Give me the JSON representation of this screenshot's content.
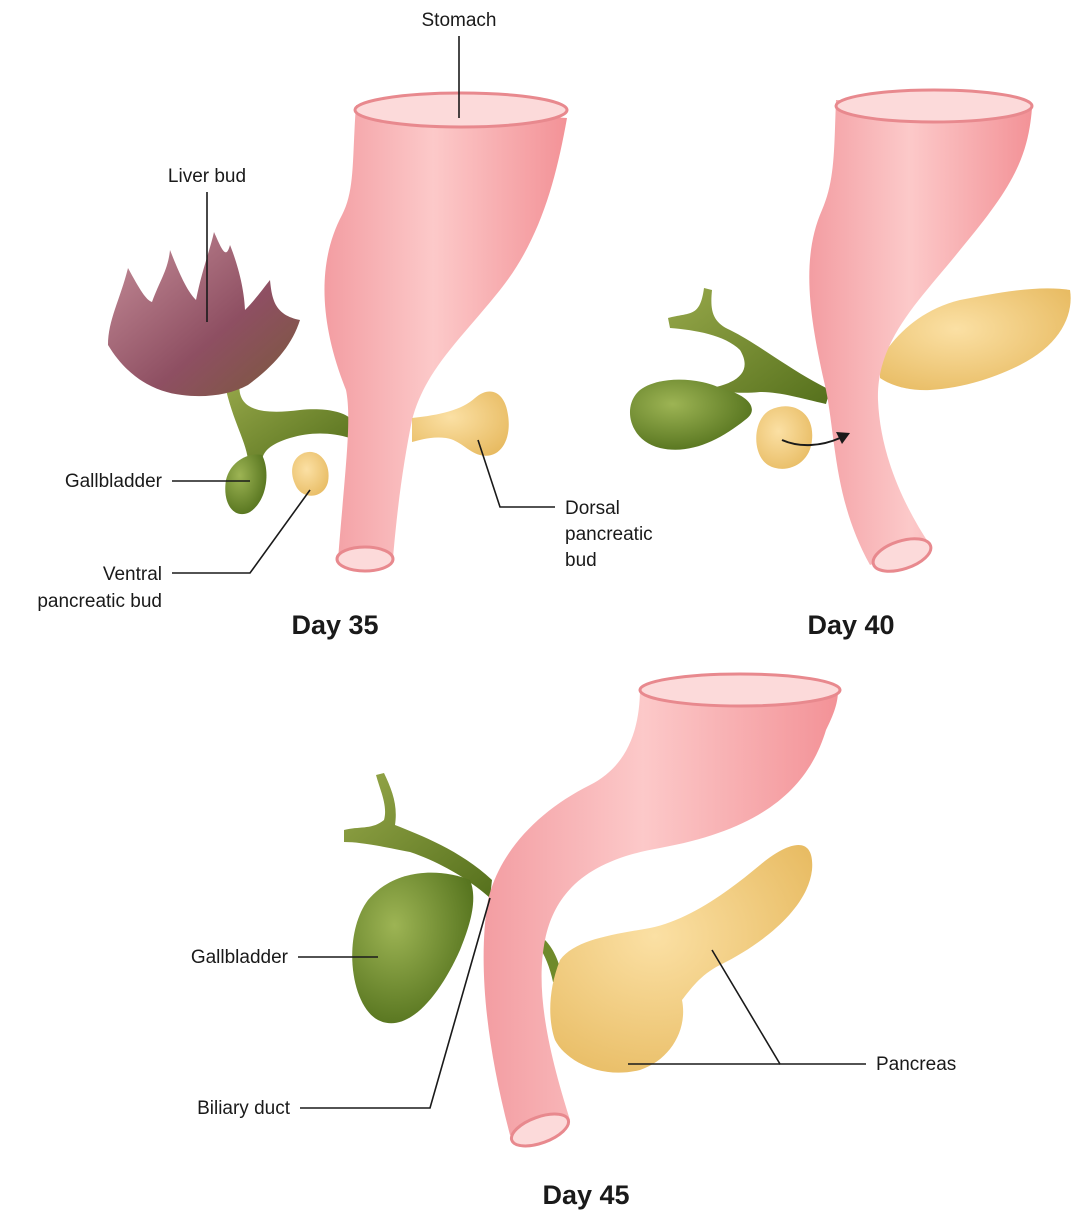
{
  "labels": {
    "stomach": "Stomach",
    "liver_bud": "Liver bud",
    "gallbladder_35": "Gallbladder",
    "ventral_line1": "Ventral",
    "ventral_line2": "pancreatic bud",
    "dorsal_line1": "Dorsal",
    "dorsal_line2": "pancreatic",
    "dorsal_line3": "bud",
    "gallbladder_45": "Gallbladder",
    "biliary_duct": "Biliary duct",
    "pancreas": "Pancreas"
  },
  "stages": {
    "day35": "Day 35",
    "day40": "Day 40",
    "day45": "Day 45"
  },
  "colors": {
    "gut": "#f7a9ab",
    "gut_light": "#fcd2d2",
    "gut_edge": "#e88a8f",
    "biliary_green": "#7d8f34",
    "gallbladder_green": "#5f7a22",
    "pancreas_yellow": "#f1cd7a",
    "liver_purple": "#9b5a6b"
  }
}
